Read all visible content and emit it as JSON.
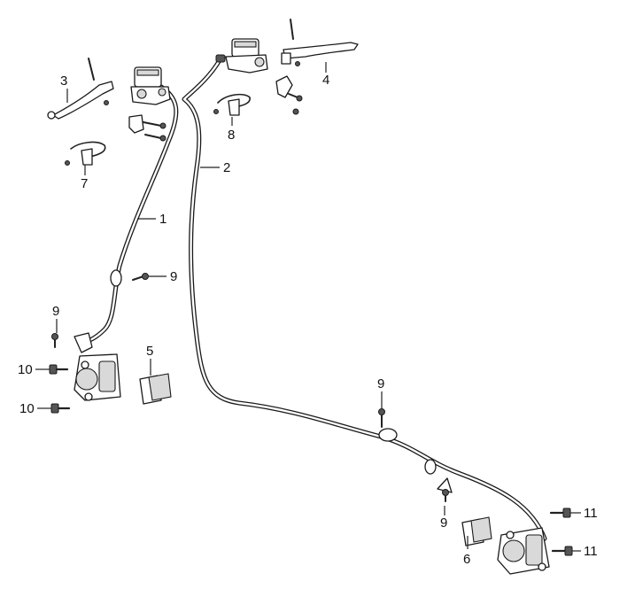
{
  "callouts": {
    "c1": "1",
    "c2": "2",
    "c3": "3",
    "c4": "4",
    "c5": "5",
    "c6": "6",
    "c7": "7",
    "c8": "8",
    "c9a": "9",
    "c9b": "9",
    "c9c": "9",
    "c9d": "9",
    "c10a": "10",
    "c10b": "10",
    "c11a": "11",
    "c11b": "11"
  }
}
